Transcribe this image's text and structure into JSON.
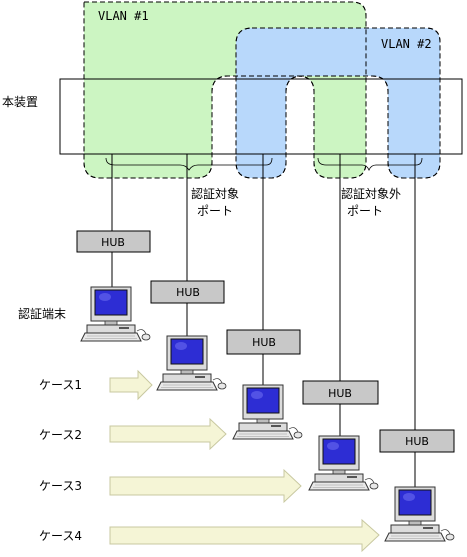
{
  "vlans": [
    {
      "label": "VLAN #1",
      "fill": "#ccf5c2"
    },
    {
      "label": "VLAN #2",
      "fill": "#b8d8fb"
    }
  ],
  "device_label": "本装置",
  "auth_port_label": [
    "認証対象",
    "ポート"
  ],
  "nonauth_port_label": [
    "認証対象外",
    "ポート"
  ],
  "terminal_label": "認証端末",
  "hub_label": "HUB",
  "cases": [
    "ケース1",
    "ケース2",
    "ケース3",
    "ケース4"
  ],
  "colors": {
    "hub_fill": "#c8c8c8",
    "arrow_fill": "#f5f5d6",
    "arrow_stroke": "#c8c8a0",
    "screen": "#2d2dd4",
    "computer_body": "#dcdcdc"
  }
}
